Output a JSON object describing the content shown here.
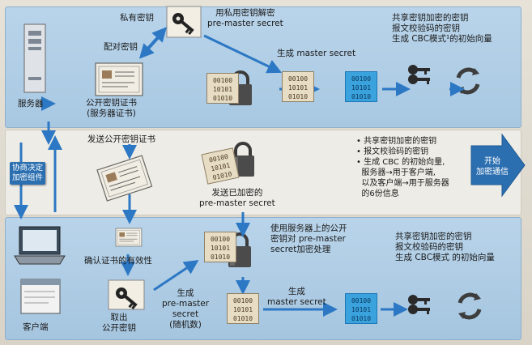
{
  "server": {
    "label": "服务器",
    "private_key_label": "私有密钥",
    "pair_key_label": "配对密钥",
    "decrypt_label": "用私用密钥解密\npre-master secret",
    "cert_label": "公开密钥证书\n(服务器证书)",
    "generate_label": "生成 master secret",
    "result_label": "共享密钥加密的密钥\n报文校验码的密钥\n生成 CBC模式¹的初始向量"
  },
  "middle": {
    "negotiate_box": "协商决定\n加密组件",
    "send_cert_label": "发送公开密钥证书",
    "send_secret_label": "发送已加密的\npre-master secret",
    "bullets": [
      "• 共享密钥加密的密钥",
      "• 报文校验码的密钥",
      "• 生成 CBC 的初始向量,",
      "  服务器→用于客户端,",
      "  以及客户端→用于服务器",
      "  的6份信息"
    ],
    "start_label": "开始\n加密通信"
  },
  "client": {
    "label": "客户端",
    "verify_label": "确认证书的有效性",
    "extract_label": "取出\n公开密钥",
    "gen_premaster_label": "生成\npre-master\nsecret\n(随机数)",
    "encrypt_label": "使用服务器上的公开\n密钥对 pre-master\nsecret加密处理",
    "gen_master_label": "生成\nmaster secret",
    "result_label": "共享密钥加密的密钥\n报文校验码的密钥\n生成 CBC模式 的初始向量"
  },
  "bits": [
    "00100",
    "10101",
    "01010"
  ],
  "colors": {
    "arrow": "#2d78c4",
    "box": "#2c6fb0",
    "band": "#b3cfe6"
  },
  "icons": [
    "server-icon",
    "laptop-icon",
    "window-icon",
    "key-icon",
    "certificate-icon",
    "padlock-icon",
    "refresh-icon",
    "keys-icon"
  ]
}
